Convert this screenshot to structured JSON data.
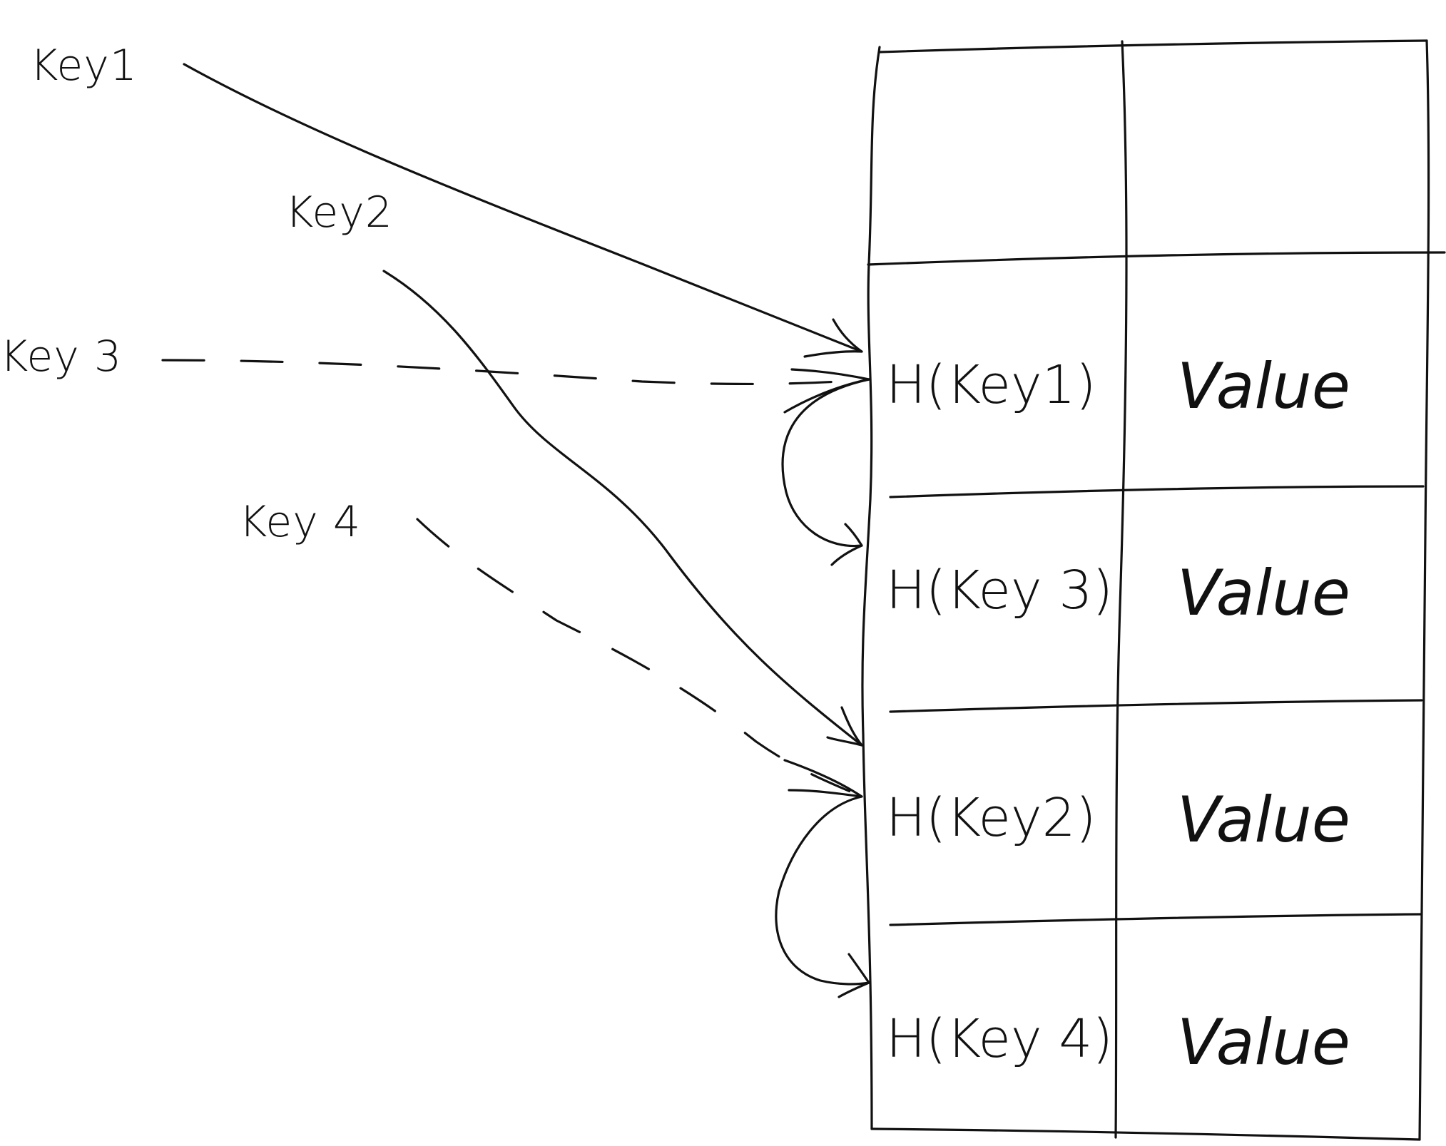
{
  "diagram": {
    "keys": [
      "Key1",
      "Key2",
      "Key 3",
      "Key 4"
    ],
    "rows": [
      {
        "key": "",
        "value": ""
      },
      {
        "key": "H(Key1)",
        "value": "Value"
      },
      {
        "key": "H(Key 3)",
        "value": "Value"
      },
      {
        "key": "H(Key2)",
        "value": "Value"
      },
      {
        "key": "H(Key 4)",
        "value": "Value"
      }
    ],
    "colors": {
      "ink": "#111111",
      "background": "#ffffff"
    }
  }
}
